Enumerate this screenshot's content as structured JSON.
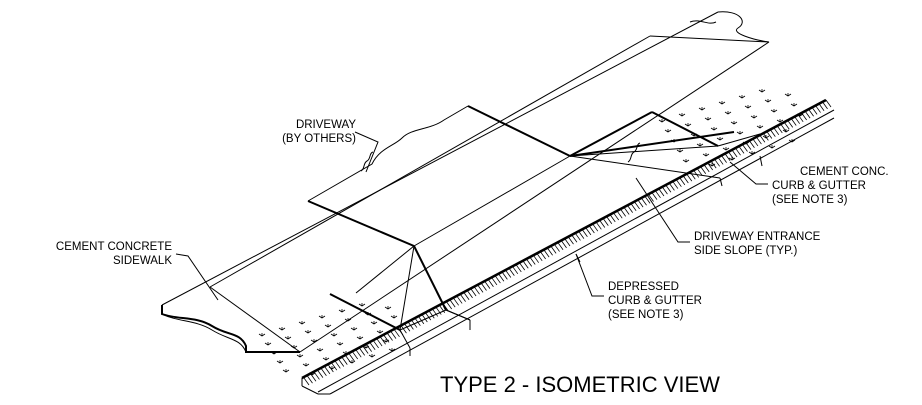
{
  "title": "TYPE 2 - ISOMETRIC VIEW",
  "callouts": {
    "driveway": [
      "DRIVEWAY",
      "(BY OTHERS)"
    ],
    "sidewalk": [
      "CEMENT CONCRETE",
      "SIDEWALK"
    ],
    "curb_gutter": [
      "CEMENT CONC.",
      "CURB & GUTTER",
      "(SEE NOTE 3)"
    ],
    "entrance_slope": [
      "DRIVEWAY ENTRANCE",
      "SIDE SLOPE (TYP.)"
    ],
    "depressed_curb": [
      "DEPRESSED",
      "CURB & GUTTER",
      "(SEE NOTE 3)"
    ]
  }
}
